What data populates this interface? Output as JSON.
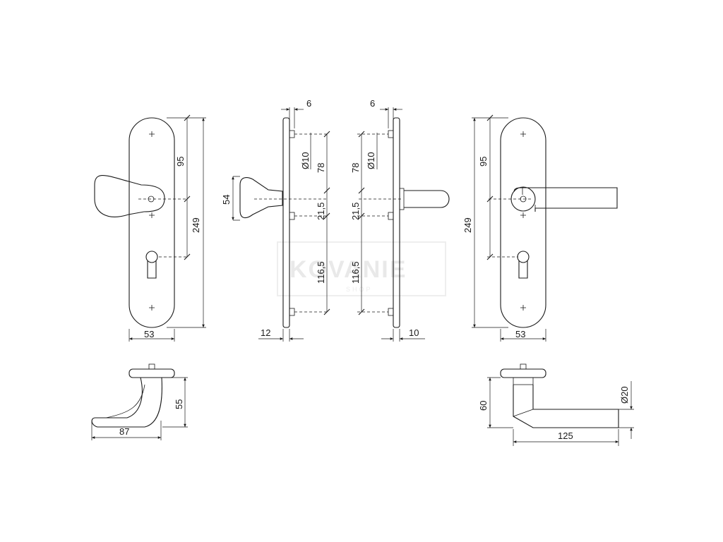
{
  "watermark": {
    "text": "KOVANIE",
    "subtext": "SHOP"
  },
  "front_view_knob": {
    "labels": {
      "width": "53",
      "total_height": "249",
      "upper": "95"
    }
  },
  "side_view_knob": {
    "labels": {
      "knob_projection": "54",
      "plate_offset": "12",
      "rosette": "6",
      "hole_dia": "Ø10",
      "upper": "78",
      "middle": "21,5",
      "lower": "116,5"
    }
  },
  "side_view_lever": {
    "labels": {
      "plate_offset": "10",
      "rosette": "6",
      "hole_dia": "Ø10",
      "upper": "78",
      "middle": "21,5",
      "lower": "116,5"
    }
  },
  "front_view_lever": {
    "labels": {
      "width": "53",
      "total_height": "249",
      "upper": "95"
    }
  },
  "top_view_knob": {
    "labels": {
      "length": "87",
      "height": "55"
    }
  },
  "top_view_lever": {
    "labels": {
      "length": "125",
      "height": "60",
      "diameter": "Ø20"
    }
  }
}
